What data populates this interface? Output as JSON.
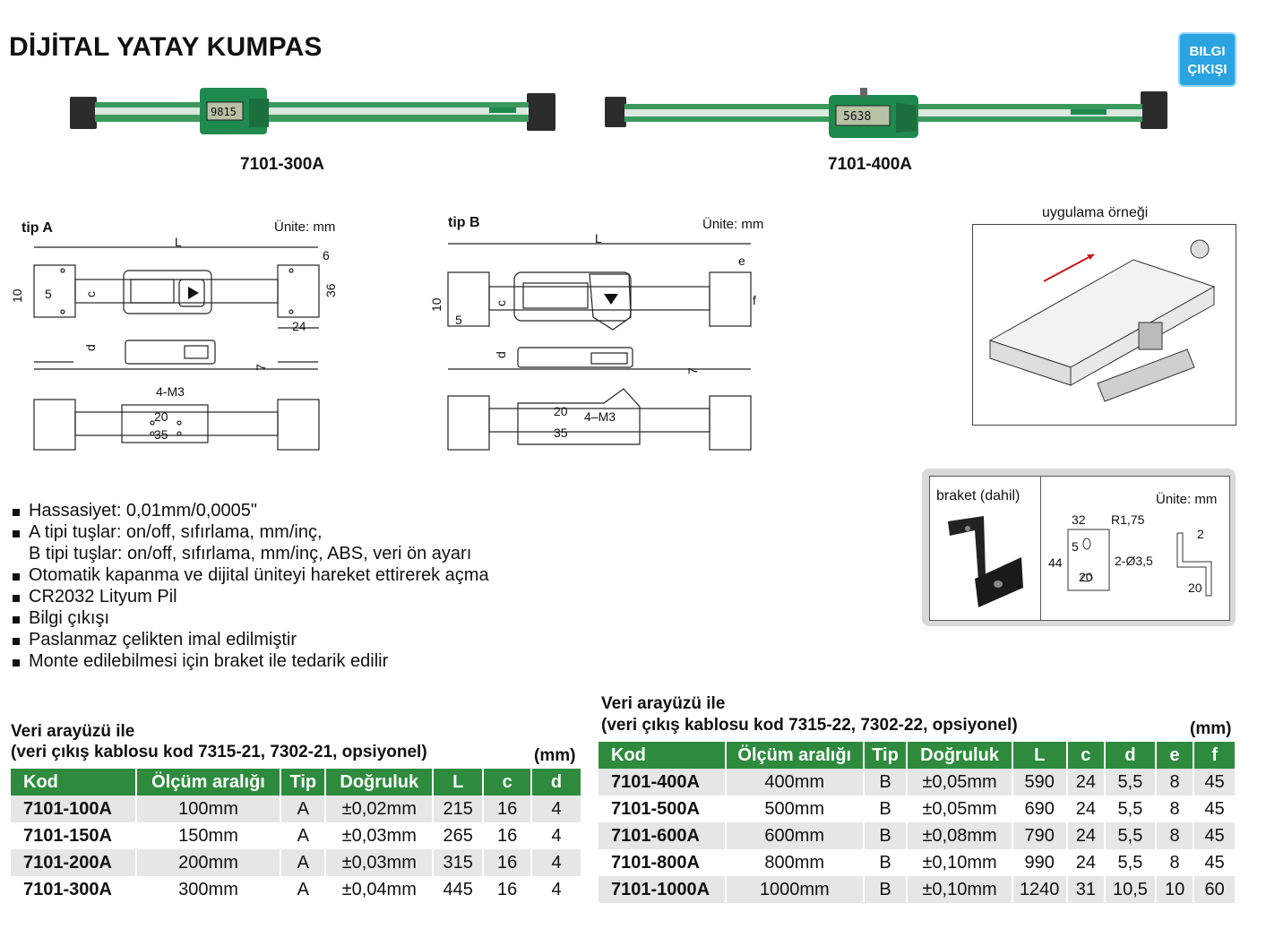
{
  "header": {
    "title": "DİJİTAL YATAY KUMPAS",
    "badge_line1": "BILGI",
    "badge_line2": "ÇIKIŞI"
  },
  "products": {
    "left_model": "7101-300A",
    "right_model": "7101-400A",
    "left_display": "9815",
    "right_display": "5638"
  },
  "drawings": {
    "tip_a": {
      "label": "tip A",
      "unit": "Ünite: mm",
      "dim_L": "L",
      "dim_6": "6",
      "dim_10": "10",
      "dim_5": "5",
      "dim_c": "c",
      "dim_36": "36",
      "dim_24": "24",
      "dim_d": "d",
      "dim_7": "7",
      "dim_4m3": "4-M3",
      "dim_20": "20",
      "dim_35": "35"
    },
    "tip_b": {
      "label": "tip B",
      "unit": "Ünite: mm",
      "dim_L": "L",
      "dim_e": "e",
      "dim_10": "10",
      "dim_5": "5",
      "dim_c": "c",
      "dim_f": "f",
      "dim_d": "d",
      "dim_7": "7",
      "dim_20": "20",
      "dim_4m3": "4–M3",
      "dim_35": "35"
    },
    "application": {
      "label": "uygulama örneği"
    },
    "bracket": {
      "label": "braket (dahil)",
      "unit": "Ünite: mm",
      "dim_32": "32",
      "dim_r175": "R1,75",
      "dim_5": "5",
      "dim_44": "44",
      "dim_2d35": "2-Ø3,5",
      "dim_20a": "20",
      "dim_2": "2",
      "dim_20b": "20"
    }
  },
  "features": [
    "Hassasiyet: 0,01mm/0,0005\"",
    "A tipi tuşlar: on/off, sıfırlama, mm/inç,",
    "B tipi tuşlar: on/off, sıfırlama, mm/inç, ABS, veri ön ayarı",
    "Otomatik kapanma ve dijital üniteyi hareket ettirerek açma",
    "CR2032 Lityum Pil",
    "Bilgi çıkışı",
    "Paslanmaz çelikten imal edilmiştir",
    "Monte edilebilmesi için braket ile tedarik edilir"
  ],
  "table_a": {
    "title1": "Veri arayüzü ile",
    "title2": "(veri çıkış kablosu kod 7315-21, 7302-21, opsiyonel)",
    "unit": "(mm)",
    "headers": [
      "Kod",
      "Ölçüm aralığı",
      "Tip",
      "Doğruluk",
      "L",
      "c",
      "d"
    ],
    "rows": [
      [
        "7101-100A",
        "100mm",
        "A",
        "±0,02mm",
        "215",
        "16",
        "4"
      ],
      [
        "7101-150A",
        "150mm",
        "A",
        "±0,03mm",
        "265",
        "16",
        "4"
      ],
      [
        "7101-200A",
        "200mm",
        "A",
        "±0,03mm",
        "315",
        "16",
        "4"
      ],
      [
        "7101-300A",
        "300mm",
        "A",
        "±0,04mm",
        "445",
        "16",
        "4"
      ]
    ]
  },
  "table_b": {
    "title1": "Veri arayüzü ile",
    "title2": "(veri çıkış kablosu kod 7315-22, 7302-22, opsiyonel)",
    "unit": "(mm)",
    "headers": [
      "Kod",
      "Ölçüm aralığı",
      "Tip",
      "Doğruluk",
      "L",
      "c",
      "d",
      "e",
      "f"
    ],
    "rows": [
      [
        "7101-400A",
        "400mm",
        "B",
        "±0,05mm",
        "590",
        "24",
        "5,5",
        "8",
        "45"
      ],
      [
        "7101-500A",
        "500mm",
        "B",
        "±0,05mm",
        "690",
        "24",
        "5,5",
        "8",
        "45"
      ],
      [
        "7101-600A",
        "600mm",
        "B",
        "±0,08mm",
        "790",
        "24",
        "5,5",
        "8",
        "45"
      ],
      [
        "7101-800A",
        "800mm",
        "B",
        "±0,10mm",
        "990",
        "24",
        "5,5",
        "8",
        "45"
      ],
      [
        "7101-1000A",
        "1000mm",
        "B",
        "±0,10mm",
        "1240",
        "31",
        "10,5",
        "10",
        "60"
      ]
    ]
  }
}
